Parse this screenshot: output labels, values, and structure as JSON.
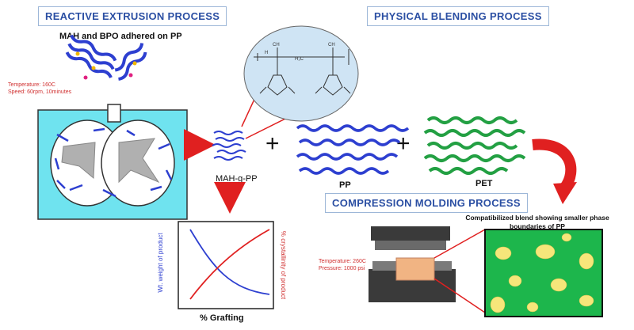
{
  "titles": {
    "reactive": "REACTIVE EXTRUSION PROCESS",
    "physical": "PHYSICAL BLENDING PROCESS",
    "compression": "COMPRESSION MOLDING PROCESS"
  },
  "labels": {
    "mah_bpo": "MAH and BPO adhered on PP",
    "mah_g_pp": "MAH-g-PP",
    "pp": "PP",
    "pet": "PET",
    "grafting": "% Grafting",
    "y_left": "Wt. weight of product",
    "y_right": "% crystallinity of product",
    "blend_caption": "Compatibilized blend showing smaller phase boundaries of PP",
    "plus": "+"
  },
  "notes": {
    "extrusion": [
      "Temperature: 160C",
      "Speed: 60rpm, 10minutes"
    ],
    "molding": [
      "Temperature: 260C",
      "Pressure: 1000 psi"
    ]
  },
  "chem": {
    "ch3_a": "CH",
    "ch3_b": "CH",
    "h2c": "H₂C",
    "h": "H"
  },
  "colors": {
    "title_text": "#2b4fa3",
    "pp_blue": "#2d3fd0",
    "pet_green": "#23a043",
    "mah_yellow": "#f1b800",
    "cyan": "#6fe3ef",
    "arrow_red": "#e02020",
    "blend_green": "#1db64c",
    "blend_yellow": "#f6e67a"
  }
}
